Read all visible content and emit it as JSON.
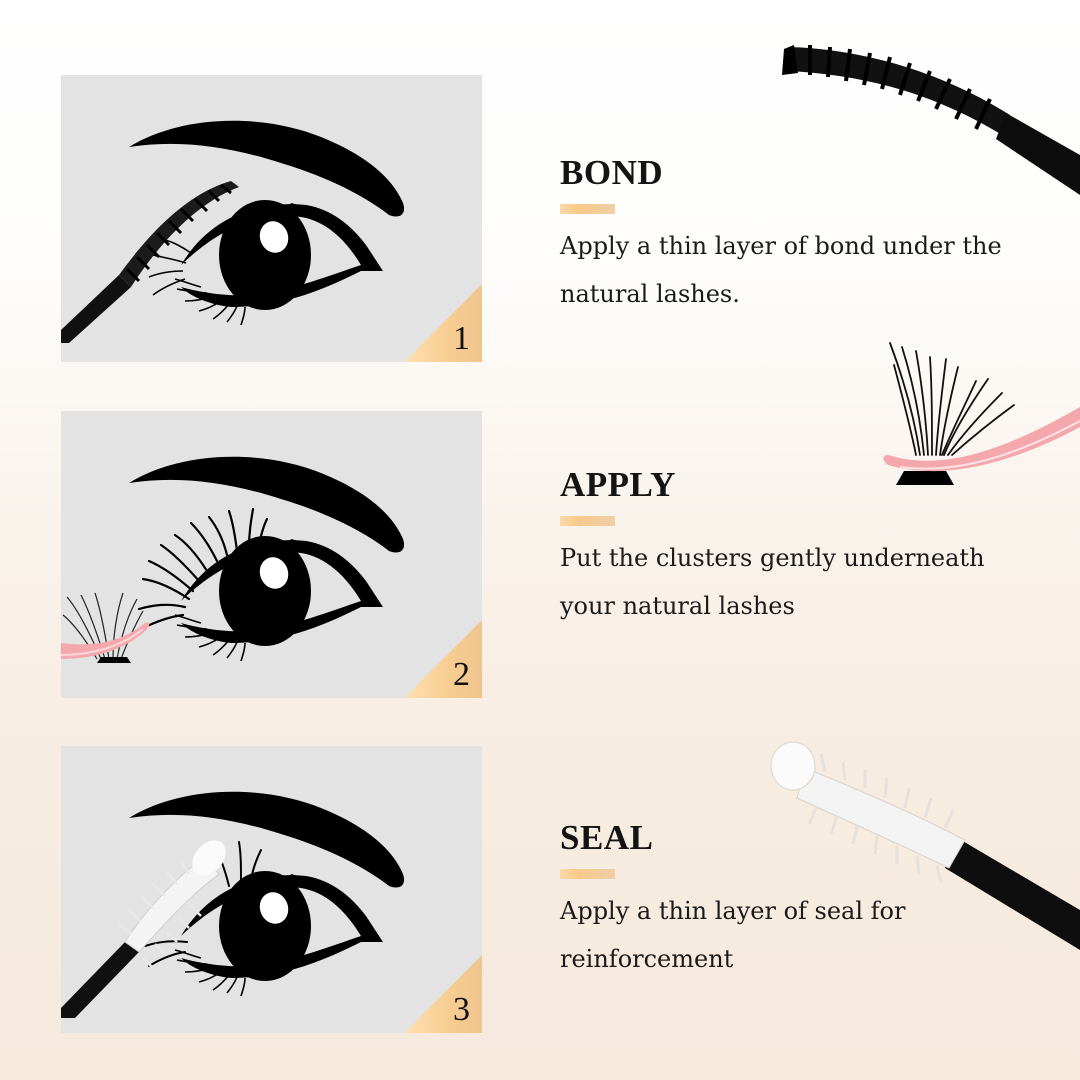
{
  "colors": {
    "background_top": "#ffffff",
    "background_bottom": "#f6eadd",
    "panel_bg": "#e3e3e3",
    "accent": "#f8c98a",
    "text": "#141414",
    "tweezer_pink": "#f4a8ae"
  },
  "steps": [
    {
      "number": "1",
      "title": "BOND",
      "description": "Apply a thin layer of bond under the natural lashes.",
      "illustration": "eye-with-mascara-wand",
      "product_image": "black-spoolie-wand"
    },
    {
      "number": "2",
      "title": "APPLY",
      "description": "Put the clusters gently underneath your natural lashes",
      "illustration": "eye-with-lash-cluster-and-tweezers",
      "product_image": "lash-cluster-on-pink-tweezers"
    },
    {
      "number": "3",
      "title": "SEAL",
      "description": "Apply a thin layer of seal for reinforcement",
      "illustration": "eye-with-white-seal-wand",
      "product_image": "white-seal-wand"
    }
  ]
}
